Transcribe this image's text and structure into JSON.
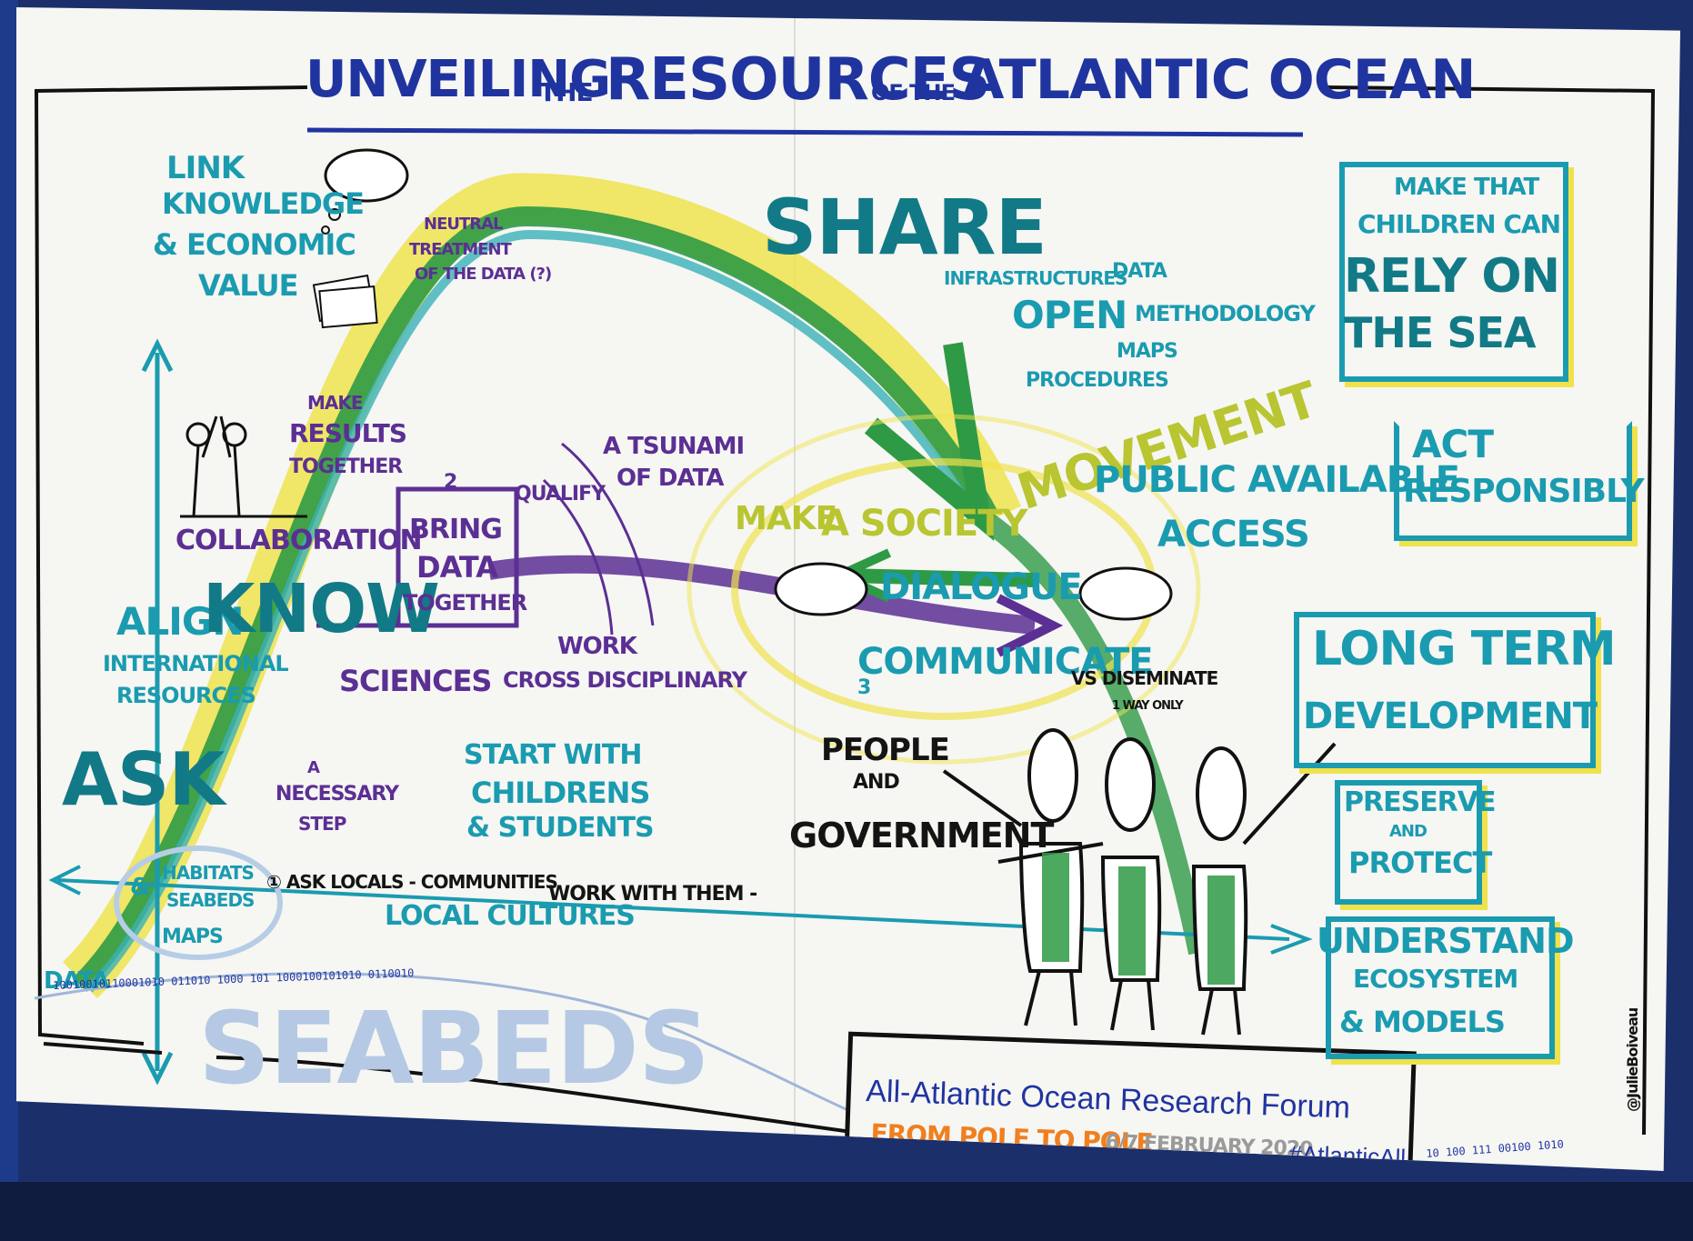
{
  "title": {
    "w1": "UNVEILING",
    "w2": "THE",
    "w3": "RESOURCES",
    "w4": "OF THE",
    "w5": "ATLANTIC OCEAN"
  },
  "left": {
    "link": [
      "LINK",
      "KNOWLEDGE",
      "& ECONOMIC",
      "VALUE"
    ],
    "neutral": [
      "NEUTRAL",
      "TREATMENT",
      "OF THE DATA (?)"
    ],
    "make_results": [
      "MAKE",
      "RESULTS",
      "TOGETHER"
    ],
    "collaboration": "COLLABORATION",
    "align": "ALIGN",
    "know": "KNOW",
    "international": [
      "INTERNATIONAL",
      "RESOURCES"
    ],
    "ask": "ASK",
    "sciences": "SCIENCES",
    "necessary": [
      "A",
      "NECESSARY",
      "STEP"
    ],
    "bring": [
      "BRING",
      "DATA",
      "TOGETHER"
    ],
    "bring_num": "2",
    "qualify": "QUALIFY",
    "tsunami": [
      "A TSUNAMI",
      "OF DATA"
    ],
    "work_cross": [
      "WORK",
      "CROSS DISCIPLINARY"
    ],
    "start": [
      "START WITH",
      "CHILDRENS",
      "& STUDENTS"
    ],
    "habitats": [
      "HABITATS",
      "SEABEDS"
    ],
    "amp": "&",
    "maps": "MAPS",
    "data": "DATA",
    "ask_locals": "① ASK LOCALS - COMMUNITIES",
    "work_with": "WORK WITH THEM -",
    "local_cultures": "LOCAL CULTURES",
    "seabeds": "SEABEDS"
  },
  "center": {
    "share": "SHARE",
    "infrastructures": "INFRASTRUCTURES",
    "data": "DATA",
    "open": "OPEN",
    "methodology": "METHODOLOGY",
    "maps": "MAPS",
    "procedures": "PROCEDURES",
    "movement": "MOVEMENT",
    "make": "MAKE",
    "society": "A SOCIETY",
    "public": [
      "PUBLIC AVAILABLE",
      "ACCESS"
    ],
    "dialogue": "DIALOGUE",
    "communicate": "COMMUNICATE",
    "comm_num": "3",
    "vs": "VS DISEMINATE",
    "way": "1 WAY ONLY",
    "people": [
      "PEOPLE",
      "AND",
      "GOVERNMENT"
    ]
  },
  "right": {
    "children": [
      "MAKE THAT",
      "CHILDREN CAN",
      "RELY ON",
      "THE SEA"
    ],
    "act": [
      "ACT",
      "RESPONSIBLY"
    ],
    "long_term": [
      "LONG TERM",
      "DEVELOPMENT"
    ],
    "preserve": [
      "PRESERVE",
      "AND",
      "PROTECT"
    ],
    "understand": [
      "UNDERSTAND",
      "ECOSYSTEM",
      "& MODELS"
    ],
    "artist": "@JulieBoiveau"
  },
  "footer": {
    "forum": "All-Atlantic Ocean Research Forum",
    "pole": "FROM POLE TO POLE",
    "dates": "6/7 FEBRUARY 2020",
    "hashtag": "#AtlanticAll"
  },
  "binary": {
    "left": "10010010110001010 011010 1000 101 1000100101010 0110010",
    "right": "10 100 111 00100 1010"
  }
}
